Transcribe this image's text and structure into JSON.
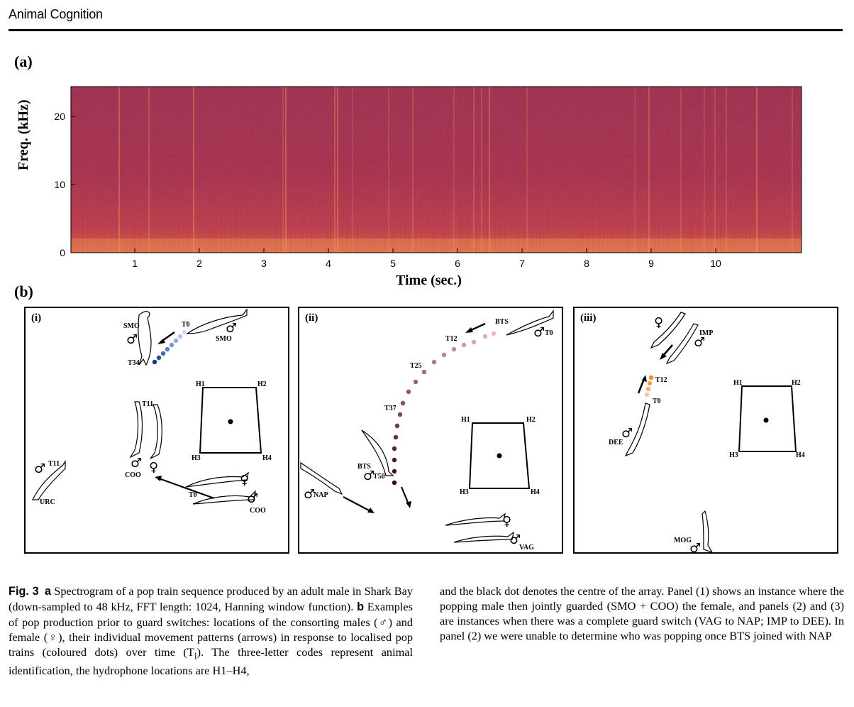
{
  "header": {
    "journal": "Animal Cognition"
  },
  "panel_a": {
    "label": "(a)",
    "ylabel": "Freq. (kHz)",
    "xlabel": "Time (sec.)",
    "yticks": [
      "0",
      "10",
      "20"
    ],
    "xticks": [
      "1",
      "2",
      "3",
      "4",
      "5",
      "6",
      "7",
      "8",
      "9",
      "10"
    ],
    "colors": {
      "dark": "#2a0e3c",
      "mid": "#b92f4a",
      "hot": "#f6a35a"
    }
  },
  "panel_b": {
    "label": "(b)",
    "i": {
      "title": "(i)",
      "labels": [
        "SMO",
        "T0",
        "SMO",
        "T34",
        "T11",
        "COO",
        "T11",
        "URC",
        "T0",
        "COO",
        "H1",
        "H2",
        "H3",
        "H4"
      ]
    },
    "ii": {
      "title": "(ii)",
      "labels": [
        "BTS",
        "T0",
        "T12",
        "T25",
        "T37",
        "BTS",
        "T50",
        "NAP",
        "VAG",
        "H1",
        "H2",
        "H3",
        "H4"
      ]
    },
    "iii": {
      "title": "(iii)",
      "labels": [
        "IMP",
        "T12",
        "T0",
        "DEE",
        "MOG",
        "H1",
        "H2",
        "H3",
        "H4"
      ]
    },
    "colors": {
      "blue": "#1f5fbf",
      "red": "#8b0f12",
      "orange": "#f08a2a"
    }
  },
  "caption": {
    "fig": "Fig. 3",
    "a_letter": "a",
    "a_text": "Spectrogram of a pop train sequence produced by an adult male in Shark Bay (down-sampled to 48 kHz, FFT length: 1024, Hanning window function).",
    "b_letter": "b",
    "b_text_1": "Examples of pop production prior to guard switches: locations of the consorting males (♂) and female (♀), their individual movement patterns (arrows) in response to localised pop trains (coloured dots) over time (T",
    "b_sub": "i",
    "b_text_2": "). The three-letter codes represent animal identification, the hydrophone locations are H1–H4,",
    "right": "and the black dot denotes the centre of the array. Panel (1) shows an instance where the popping male then jointly guarded (SMO + COO) the female, and panels (2) and (3) are instances when there was a complete guard switch (VAG to NAP; IMP to DEE). In panel (2) we were unable to determine who was popping once BTS joined with NAP"
  }
}
